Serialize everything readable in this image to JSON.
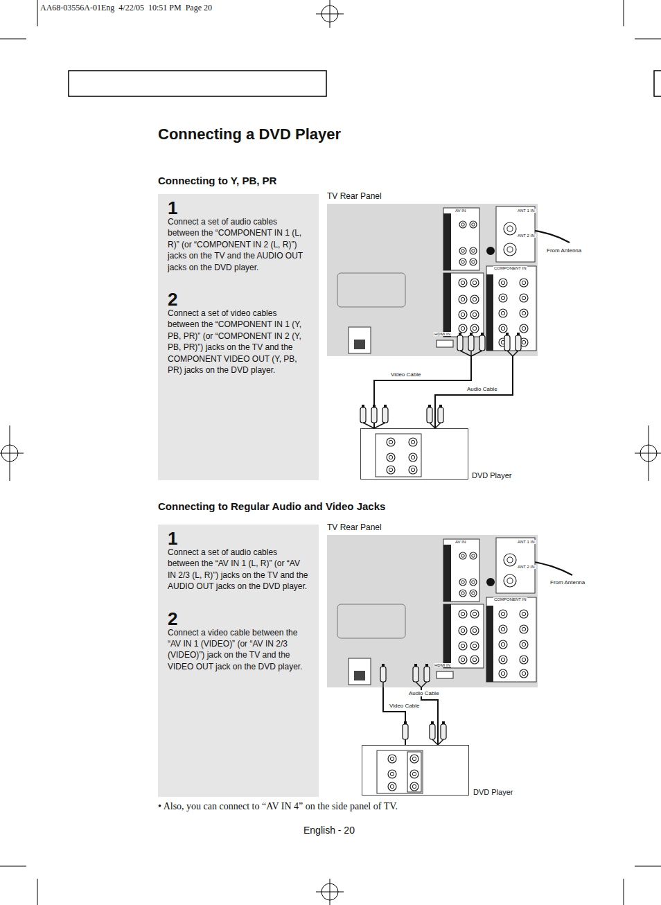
{
  "diagram": {
    "title": "Connecting a DVD Player",
    "nodes": [
      {
        "text": [
          "1",
          "Connect a set of audio cables between the “COMPONENT IN 1 (L, R)” (or “COMPONENT IN 2 (L, R)”) jacks on the TV and the AUDIO OUT jacks on the DVD player.",
          "2",
          "Connect a set of video cables between the “COMPONENT IN 1 (Y, PB, PR)” (or “COMPONENT IN 2 (Y, PB, PR)”) jacks on the TV and the COMPONENT VIDEO OUT (Y, PB, PR) jacks on the DVD player."
        ]
      },
      {
        "text": [
          "TV Rear Panel"
        ]
      },
      {
        "text": [
          "DVD Player"
        ]
      },
      {
        "text": [
          "1",
          "Connect a set of audio cables between the “AV IN 1 (L, R)” (or “AV IN 2/3 (L, R)”) jacks on the TV and the AUDIO OUT jacks on the DVD player.",
          "2",
          "Connect a video cable between the “AV IN 1 (VIDEO)” (or “AV IN 2/3 (VIDEO)”) jack on the TV and the VIDEO OUT jack on the DVD player."
        ]
      },
      {
        "text": [
          "TV Rear Panel"
        ]
      },
      {
        "text": [
          "DVD Player"
        ]
      }
    ],
    "edges": [
      {
        "from": 2,
        "to": 1,
        "arrow": "none",
        "label": "Video Cable"
      },
      {
        "from": 2,
        "to": 1,
        "arrow": "none",
        "label": "Audio Cable"
      },
      {
        "from": 5,
        "to": 4,
        "arrow": "none",
        "label": "Video Cable"
      },
      {
        "from": 5,
        "to": 4,
        "arrow": "none",
        "label": "Audio Cable"
      }
    ],
    "labels": [
      "AA68-03556A-01Eng  4/22/05  10:51 PM  Page 20",
      "Connecting to Y, PB, PR",
      "From Antenna",
      "AV IN",
      "ANT 1 IN",
      "ANT 2 IN",
      "COMPONENT IN",
      "HDMI IN",
      "Connecting to Regular Audio and Video Jacks",
      "From Antenna",
      "AV IN",
      "ANT 1 IN",
      "ANT 2 IN",
      "COMPONENT IN",
      "HDMI IN",
      "• Also, you can connect to “AV IN 4” on the side panel of TV.",
      "English - 20"
    ]
  }
}
